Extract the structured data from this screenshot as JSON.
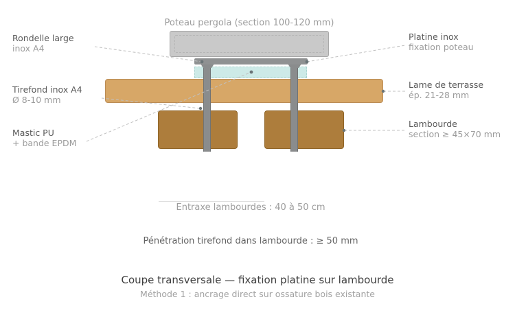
{
  "diagram": {
    "top_label": "Poteau pergola (section 100-120 mm)",
    "left_labels": [
      {
        "title": "Rondelle large",
        "subtitle": "inox A4"
      },
      {
        "title": "Tirefond inox A4",
        "subtitle": "Ø 8-10 mm"
      },
      {
        "title": "Mastic PU",
        "subtitle": "+ bande EPDM"
      }
    ],
    "right_labels": [
      {
        "title": "Platine inox",
        "subtitle": "fixation poteau"
      },
      {
        "title": "Lame de terrasse",
        "subtitle": "ép. 21-28 mm"
      },
      {
        "title": "Lambourde",
        "subtitle": "section ≥ 45×70 mm"
      }
    ],
    "dimension_note": "Entraxe lambourdes : 40 à 50 cm",
    "penetration_note": "Pénétration tirefond dans lambourde : ≥ 50 mm"
  },
  "footer": {
    "title": "Coupe transversale — fixation platine sur lambourde",
    "subtitle": "Méthode 1 : ancrage direct sur ossature bois existante"
  },
  "colors": {
    "post-fill": "#c9c9c9",
    "post-border": "#a8a8a8",
    "plate-fill": "#8f9192",
    "bolt-fill": "#8a8c8d",
    "bolt-border": "#707374",
    "mastic-fill": "#cdeae7",
    "mastic-border": "#a9d3cf",
    "deck-fill": "#d7a767",
    "deck-border": "#bb8c55",
    "joist-fill": "#ad7d3c",
    "joist-border": "#8f6426",
    "leader": "#c0c0c0",
    "dot": "#6a7477",
    "label-dark": "#5a5a5a",
    "label-light": "#9c9c9c",
    "note-light": "#9c9c9c",
    "note-dark": "#636363",
    "title-color": "#3f3f3f",
    "subtitle-color": "#a2a2a2"
  }
}
